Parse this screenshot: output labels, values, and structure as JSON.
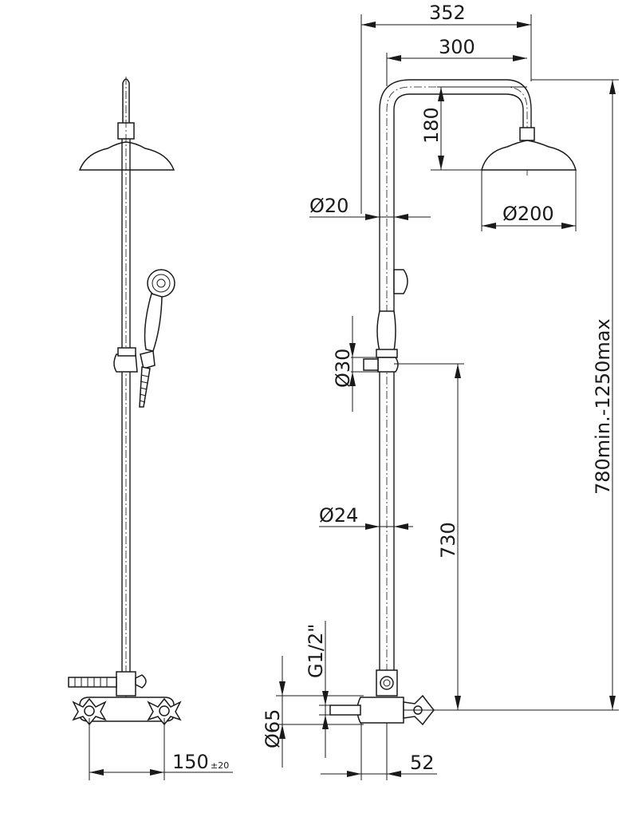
{
  "dimensions": {
    "overall_width": "352",
    "arm_reach": "300",
    "arm_drop": "180",
    "pipe_upper_dia": "Ø20",
    "head_dia": "Ø200",
    "bracket_dia": "Ø30",
    "pipe_lower_dia": "Ø24",
    "bracket_height": "730",
    "overall_height": "780min.-1250max",
    "thread": "G1/2\"",
    "escutcheon_dia": "Ø65",
    "wall_offset": "52",
    "inlet_spacing": "150",
    "inlet_spacing_tol": "±20"
  },
  "colors": {
    "line": "#1a1a1a",
    "background": "#ffffff"
  }
}
